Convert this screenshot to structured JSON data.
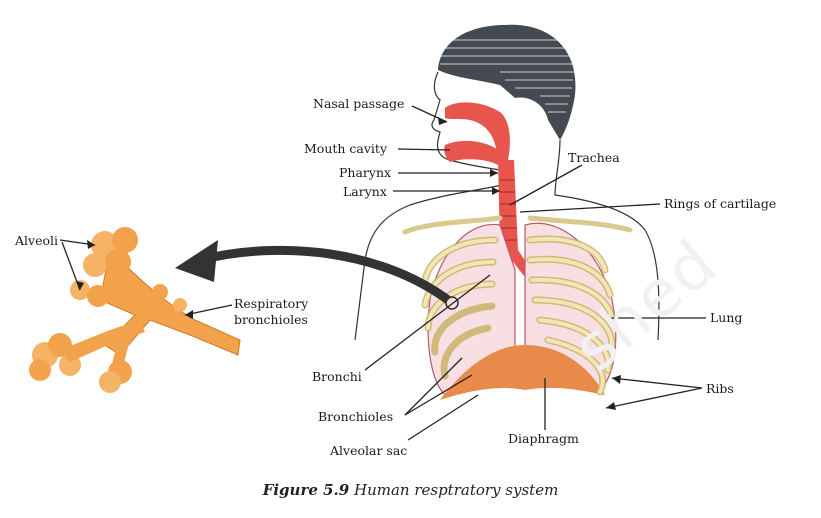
{
  "labels": {
    "alveoli": "Alveoli",
    "respiratory_bronchioles_1": "Respiratory",
    "respiratory_bronchioles_2": "bronchioles",
    "nasal_passage": "Nasal passage",
    "mouth_cavity": "Mouth cavity",
    "pharynx": "Pharynx",
    "larynx": "Larynx",
    "trachea": "Trachea",
    "rings_of_cartilage": "Rings of cartilage",
    "lung": "Lung",
    "ribs": "Ribs",
    "bronchi": "Bronchi",
    "bronchioles": "Bronchioles",
    "alveolar_sac": "Alveolar sac",
    "diaphragm": "Diaphragm"
  },
  "caption": {
    "figure": "Figure 5.9",
    "text": "Human resptratory system"
  },
  "watermark": "shed",
  "colors": {
    "airway": "#e8554d",
    "lung_fill": "#f7dfe3",
    "rib": "#f1e6b4",
    "diaphragm": "#e88a4a",
    "alveoli": "#f2a24a",
    "hair": "#444a52"
  }
}
